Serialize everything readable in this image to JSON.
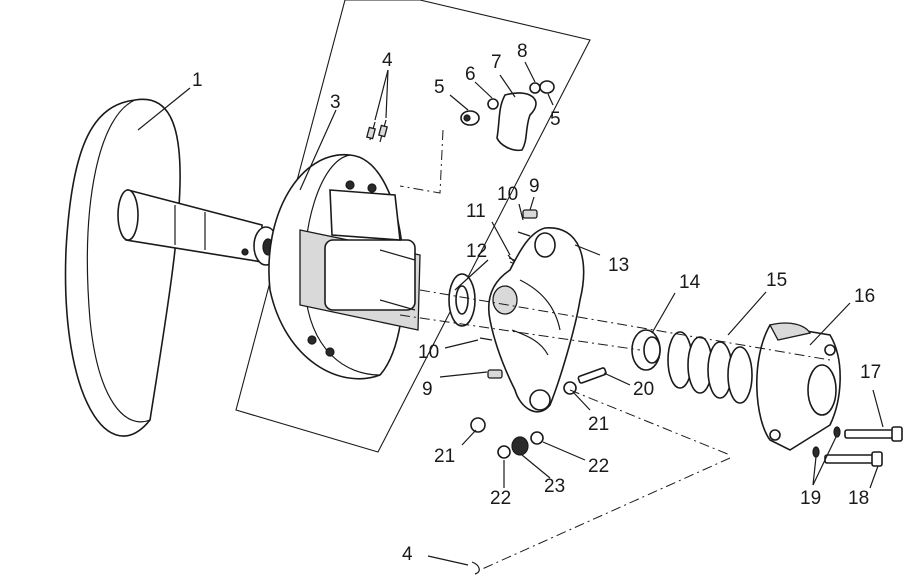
{
  "diagram": {
    "callouts": [
      {
        "id": "1",
        "text": "1"
      },
      {
        "id": "3",
        "text": "3"
      },
      {
        "id": "4a",
        "text": "4"
      },
      {
        "id": "5a",
        "text": "5"
      },
      {
        "id": "6",
        "text": "6"
      },
      {
        "id": "7",
        "text": "7"
      },
      {
        "id": "8",
        "text": "8"
      },
      {
        "id": "5b",
        "text": "5"
      },
      {
        "id": "10a",
        "text": "10"
      },
      {
        "id": "9a",
        "text": "9"
      },
      {
        "id": "11",
        "text": "11"
      },
      {
        "id": "12",
        "text": "12"
      },
      {
        "id": "13",
        "text": "13"
      },
      {
        "id": "14",
        "text": "14"
      },
      {
        "id": "15",
        "text": "15"
      },
      {
        "id": "16",
        "text": "16"
      },
      {
        "id": "17",
        "text": "17"
      },
      {
        "id": "10b",
        "text": "10"
      },
      {
        "id": "9b",
        "text": "9"
      },
      {
        "id": "20",
        "text": "20"
      },
      {
        "id": "21a",
        "text": "21"
      },
      {
        "id": "21b",
        "text": "21"
      },
      {
        "id": "22a",
        "text": "22"
      },
      {
        "id": "22b",
        "text": "22"
      },
      {
        "id": "23",
        "text": "23"
      },
      {
        "id": "19",
        "text": "19"
      },
      {
        "id": "18",
        "text": "18"
      },
      {
        "id": "4b",
        "text": "4"
      }
    ]
  }
}
